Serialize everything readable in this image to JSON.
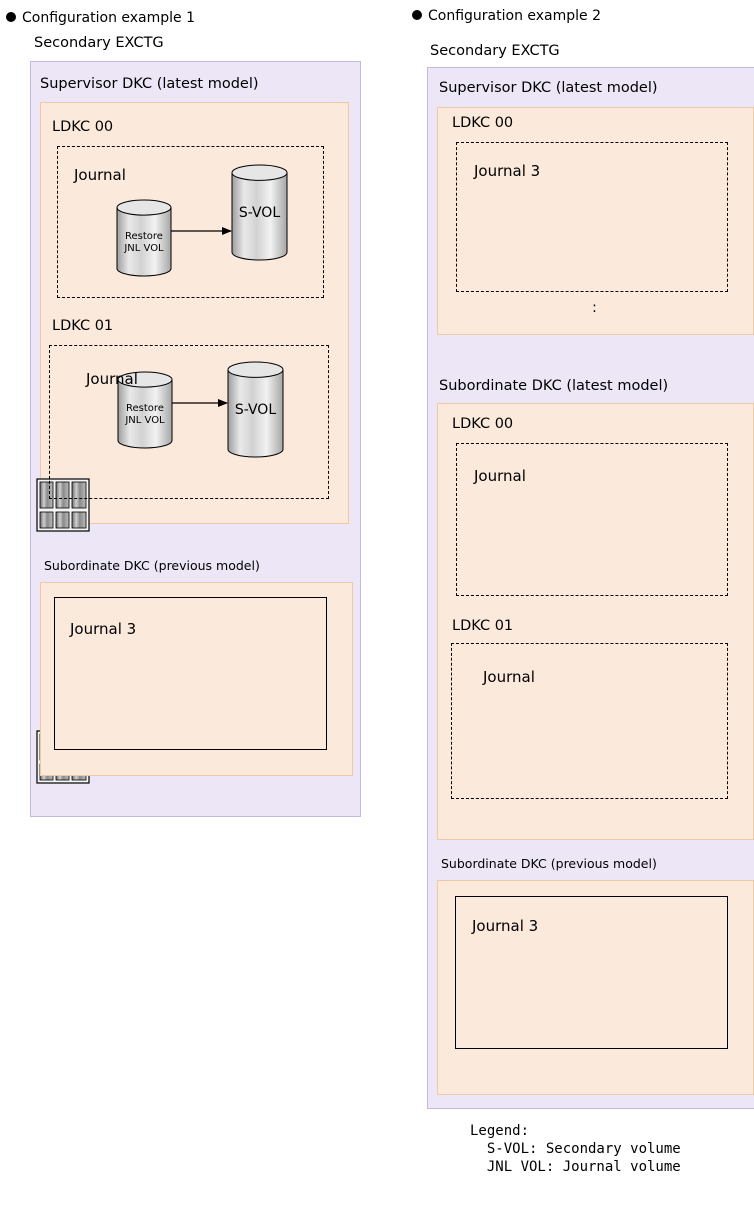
{
  "example1": {
    "heading": "Configuration example 1",
    "excg_label": "Secondary EXCTG",
    "supervisor": {
      "title": "Supervisor DKC (latest model)",
      "ldkc0": {
        "label": "LDKC 00",
        "journal": "Journal"
      },
      "ldkc1": {
        "label": "LDKC 01",
        "journal": "Journal"
      }
    },
    "subordinate": {
      "title": "Subordinate DKC (previous model)",
      "journal": "Journal 3"
    }
  },
  "example2": {
    "heading": "Configuration example 2",
    "excg_label": "Secondary EXCTG",
    "supervisor": {
      "title": "Supervisor DKC (latest model)",
      "ldkc0": {
        "label": "LDKC 00",
        "journal": "Journal 3"
      },
      "ellipsis": ":"
    },
    "subordinate_latest": {
      "title": "Subordinate DKC (latest model)",
      "ldkc0": {
        "label": "LDKC 00",
        "journal": "Journal"
      },
      "ldkc1": {
        "label": "LDKC 01",
        "journal": "Journal"
      }
    },
    "subordinate_previous": {
      "title": "Subordinate DKC (previous model)",
      "journal": "Journal 3"
    }
  },
  "volumes": {
    "svol": "S-VOL",
    "restore_line1": "Restore",
    "restore_line2": "JNL VOL"
  },
  "legend": {
    "title": "Legend:",
    "svol": "  S-VOL: Secondary volume",
    "jnlvol": "  JNL VOL: Journal volume"
  }
}
